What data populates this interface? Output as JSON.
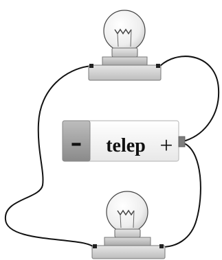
{
  "battery": {
    "label": "telep",
    "minus_sign": "-",
    "plus_sign": "+"
  },
  "components": {
    "top_bulb_icon": "light-bulb",
    "bottom_bulb_icon": "light-bulb",
    "battery_icon": "battery"
  },
  "colors": {
    "wire": "#111111",
    "battery_body": "#f6f6f6",
    "battery_minus_cap": "#9a9a9a",
    "bulb_glass": "#f4f4f4",
    "bulb_base": "#cfcfcf",
    "socket": "#c9c9c9"
  }
}
